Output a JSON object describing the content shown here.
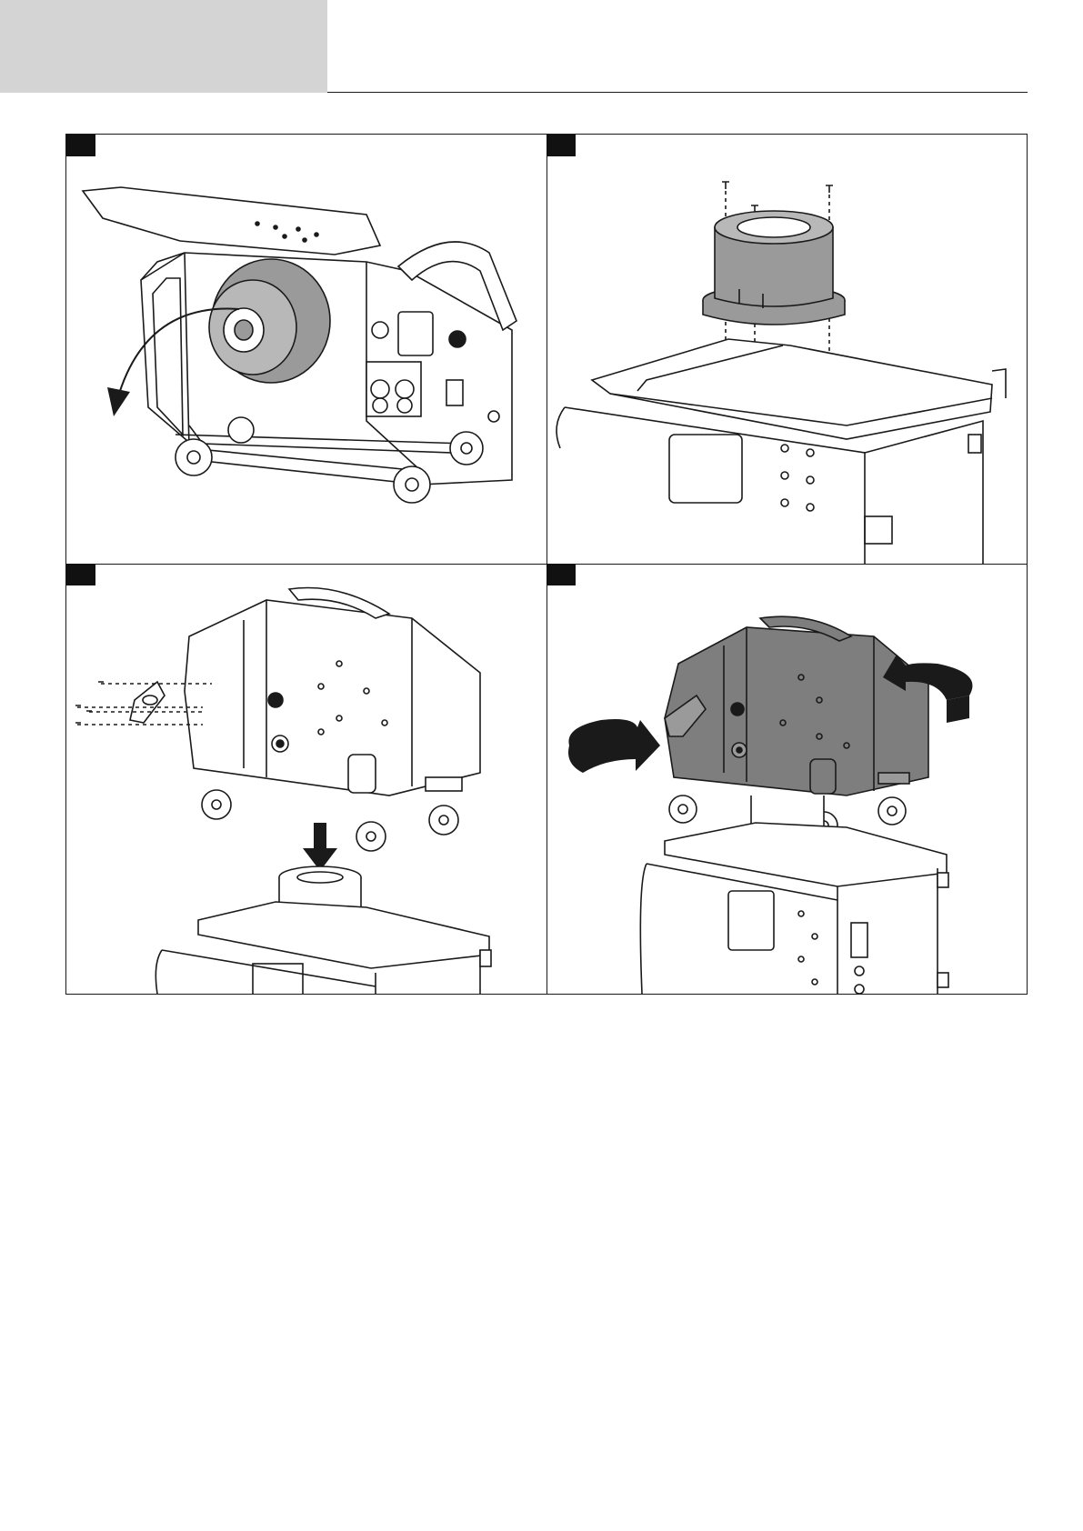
{
  "figure": {
    "steps": [
      {
        "name": "open-cover-remove-spool"
      },
      {
        "name": "mount-swivel-adapter"
      },
      {
        "name": "lower-wire-feeder"
      },
      {
        "name": "rotate-wire-feeder"
      }
    ],
    "colors": {
      "line": "#1a1a1a",
      "highlight": "#9a9a9a",
      "highlight_dark": "#7e7e7e",
      "header_tab": "#d4d4d4"
    },
    "icons": [
      "curved-arrow-icon",
      "down-arrow-icon",
      "rotate-arrow-icon"
    ]
  }
}
